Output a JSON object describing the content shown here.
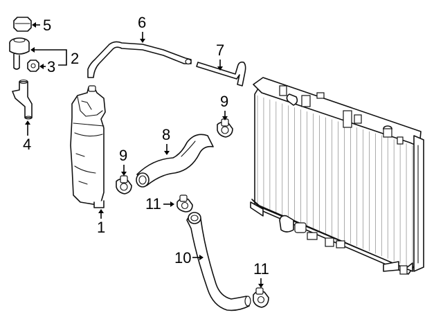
{
  "callouts": [
    {
      "id": "c1",
      "label": "1"
    },
    {
      "id": "c2",
      "label": "2"
    },
    {
      "id": "c3",
      "label": "3"
    },
    {
      "id": "c4",
      "label": "4"
    },
    {
      "id": "c5",
      "label": "5"
    },
    {
      "id": "c6",
      "label": "6"
    },
    {
      "id": "c7",
      "label": "7"
    },
    {
      "id": "c8",
      "label": "8"
    },
    {
      "id": "c9a",
      "label": "9"
    },
    {
      "id": "c9b",
      "label": "9"
    },
    {
      "id": "c10",
      "label": "10"
    },
    {
      "id": "c11a",
      "label": "11"
    },
    {
      "id": "c11b",
      "label": "11"
    }
  ]
}
